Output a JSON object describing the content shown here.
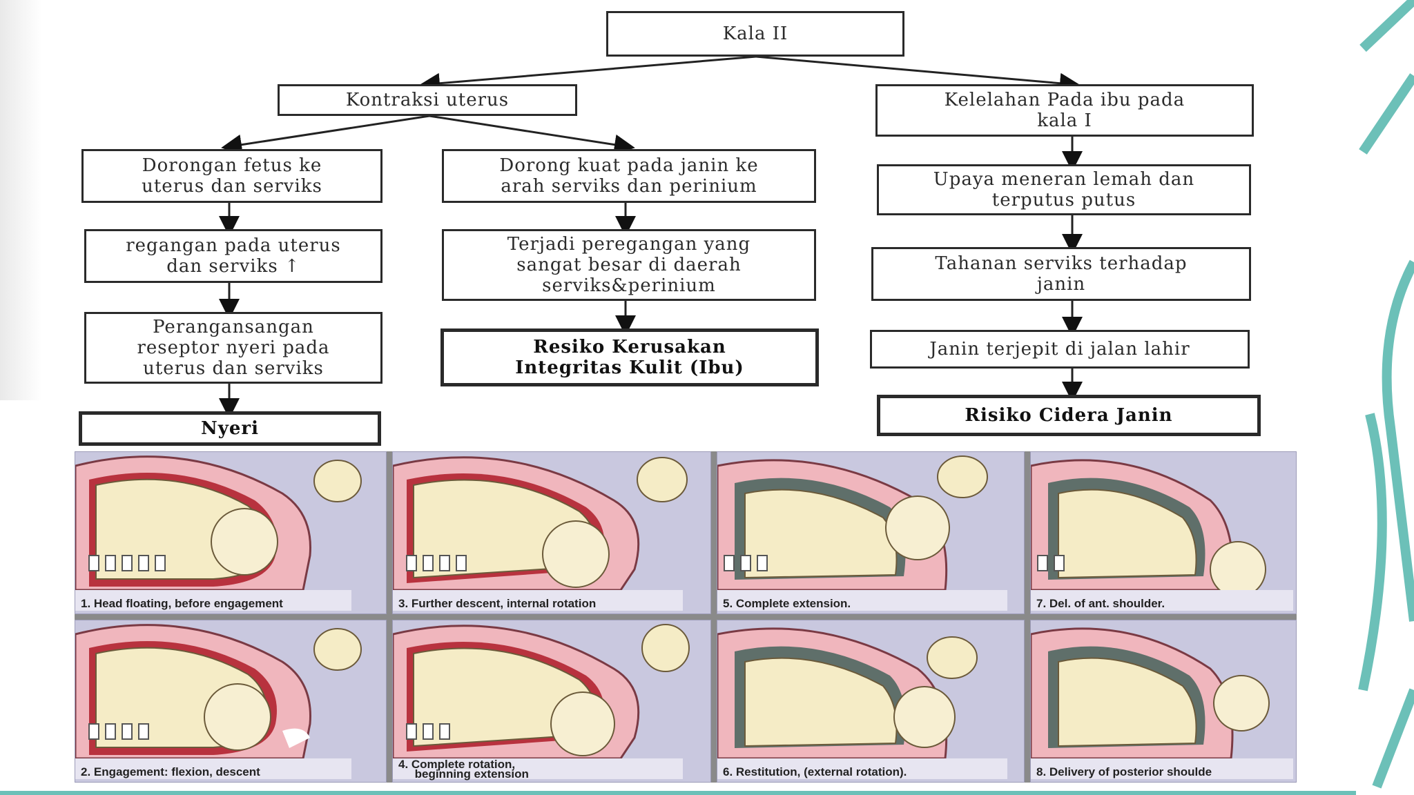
{
  "flowchart": {
    "root": "Kala II",
    "left_branch": {
      "title": "Kontraksi uterus",
      "left_column": [
        "Dorongan fetus ke\nuterus dan serviks",
        "regangan pada uterus\ndan serviks ↑",
        "Perangansangan\nreseptor nyeri pada\nuterus dan serviks"
      ],
      "left_outcome": "Nyeri",
      "middle_column": [
        "Dorong kuat pada janin ke\narah serviks dan perinium",
        "Terjadi peregangan yang\nsangat besar di daerah\nserviks&perinium"
      ],
      "middle_outcome": "Resiko Kerusakan\nIntegritas Kulit (Ibu)"
    },
    "right_branch": {
      "title": "Kelelahan Pada ibu pada\nkala I",
      "column": [
        "Upaya meneran lemah dan\nterputus putus",
        "Tahanan serviks terhadap\njanin",
        "Janin terjepit di jalan lahir"
      ],
      "outcome": "Risiko Cidera Janin"
    }
  },
  "panels": [
    {
      "caption": "1.  Head floating, before engagement"
    },
    {
      "caption": "3.  Further descent, internal rotation"
    },
    {
      "caption": "5.  Complete extension."
    },
    {
      "caption": "7. Del. of ant. shoulder."
    },
    {
      "caption": "2.  Engagement: flexion, descent"
    },
    {
      "caption": "4. Complete rotation,\n     beginning extension"
    },
    {
      "caption": "6.  Restitution, (external rotation)."
    },
    {
      "caption": "8.  Delivery of posterior shoulde"
    }
  ],
  "colors": {
    "box_border": "#2a2a2a",
    "panel_background": "#c9c8df",
    "tissue_pink": "#f0b6bd",
    "uterus_red": "#b8323e",
    "fetus_skin": "#f5ecc6",
    "accent_teal": "#6cc0b8"
  }
}
